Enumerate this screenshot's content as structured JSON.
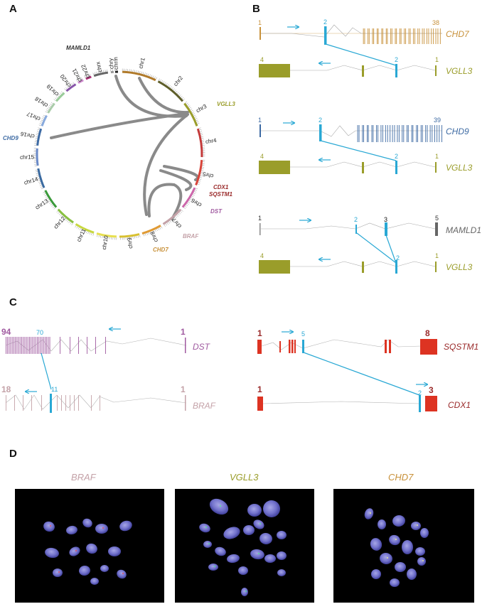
{
  "panels": {
    "a": "A",
    "b": "B",
    "c": "C",
    "d": "D"
  },
  "colors": {
    "fusion": "#29a8d4",
    "chd7": "#c8913a",
    "vgll3": "#9a9d2a",
    "chd9": "#3d6aa3",
    "mamld1": "#666666",
    "dst": "#a05aa0",
    "braf": "#c4a2a8",
    "sqstm1": "#9a2a2a",
    "cdx1": "#9a2a2a",
    "red_exon": "#dd3322",
    "link": "#8a8a8a"
  },
  "circos": {
    "chromosomes": [
      "chr1",
      "chr2",
      "chr3",
      "chr4",
      "chr5",
      "chr6",
      "chr7",
      "chr8",
      "chr9",
      "chr10",
      "chr11",
      "chr12",
      "chr13",
      "chr14",
      "chr15",
      "chr16",
      "chr17",
      "chr18",
      "chr19",
      "chr20",
      "chr21",
      "chr22",
      "chrx",
      "chry",
      "chrm"
    ],
    "gene_labels": {
      "mamld1": "MAMLD1",
      "vgll3": "VGLL3",
      "chd9": "CHD9",
      "cdx1": "CDX1",
      "sqstm1": "SQSTM1",
      "dst": "DST",
      "braf": "BRAF",
      "chd7": "CHD7"
    }
  },
  "panel_b": {
    "fusions": [
      {
        "top": {
          "name": "CHD7",
          "first": "1",
          "junction": "2",
          "last": "38"
        },
        "bottom": {
          "name": "VGLL3",
          "first": "4",
          "junction": "2",
          "last": "1"
        }
      },
      {
        "top": {
          "name": "CHD9",
          "first": "1",
          "junction": "2",
          "last": "39"
        },
        "bottom": {
          "name": "VGLL3",
          "first": "4",
          "junction": "2",
          "last": "1"
        }
      },
      {
        "top": {
          "name": "MAMLD1",
          "first": "1",
          "junction_a": "2",
          "junction_b": "3",
          "last": "5"
        },
        "bottom": {
          "name": "VGLL3",
          "first": "4",
          "junction": "2",
          "last": "1"
        }
      }
    ]
  },
  "panel_c": {
    "left": {
      "top": {
        "name": "DST",
        "first": "94",
        "junction": "70",
        "last": "1"
      },
      "bottom": {
        "name": "BRAF",
        "first": "18",
        "junction": "11",
        "last": "1"
      }
    },
    "right": {
      "top": {
        "name": "SQSTM1",
        "first": "1",
        "junction": "5",
        "last": "8"
      },
      "bottom": {
        "name": "CDX1",
        "first": "1",
        "junction": "2",
        "last": "3"
      }
    }
  },
  "panel_d": {
    "images": [
      {
        "title": "BRAF"
      },
      {
        "title": "VGLL3"
      },
      {
        "title": "CHD7"
      }
    ]
  }
}
